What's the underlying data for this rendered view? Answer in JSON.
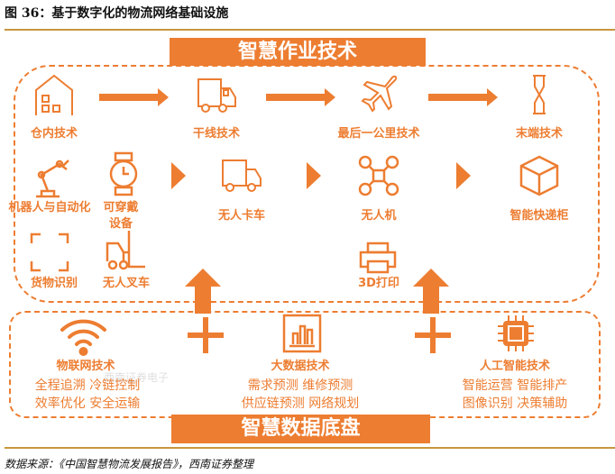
{
  "title": "图 36：基于数字化的物流网络基础设施",
  "top_banner": "智慧作业技术",
  "bottom_banner": "智慧数据底盘",
  "row1": [
    "仓内技术",
    "干线技术",
    "最后一公里技术",
    "末端技术"
  ],
  "row2": {
    "robot": "机器人与自动化",
    "wearable": "可穿戴设备",
    "truck": "无人卡车",
    "drone": "无人机",
    "locker": "智能快递柜"
  },
  "row3": {
    "recognition": "货物识别",
    "forklift": "无人叉车",
    "print3d": "3D打印"
  },
  "foundation": [
    {
      "name": "物联网技术",
      "lines": [
        "全程追溯 冷链控制",
        "效率优化 安全运输"
      ]
    },
    {
      "name": "大数据技术",
      "lines": [
        "需求预测 维修预测",
        "供应链预测 网络规划"
      ]
    },
    {
      "name": "人工智能技术",
      "lines": [
        "智能运营 智能排产",
        "图像识别 决策辅助"
      ]
    }
  ],
  "watermark": "西南证券电子",
  "source": "数据来源：《中国智慧物流发展报告》，西南证券整理",
  "colors": {
    "accent": "#ED7D31",
    "rule": "#C8963E"
  }
}
